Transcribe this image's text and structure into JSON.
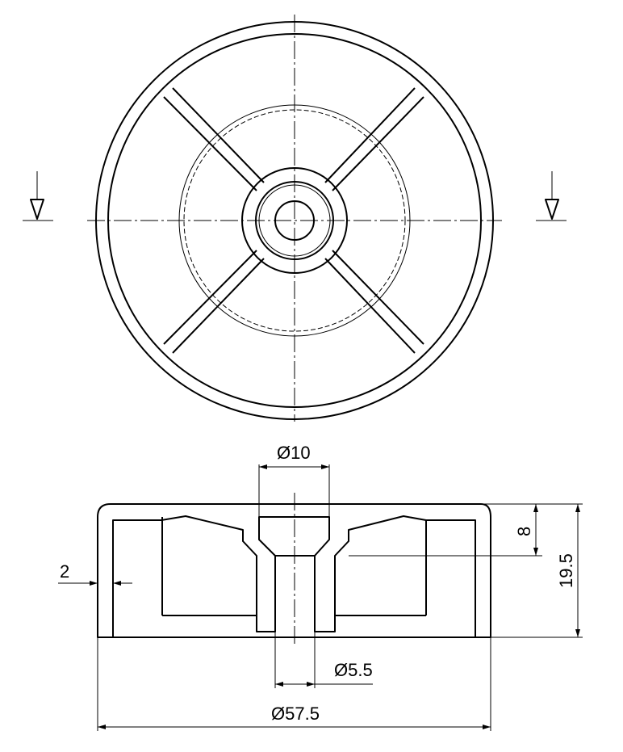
{
  "dimensions": {
    "bore_diameter": "Ø10",
    "inner_hole_diameter": "Ø5.5",
    "outer_diameter": "Ø57.5",
    "wall_thickness": "2",
    "recess_depth": "8",
    "total_height": "19.5"
  },
  "colors": {
    "line": "#000000",
    "background": "#ffffff"
  }
}
